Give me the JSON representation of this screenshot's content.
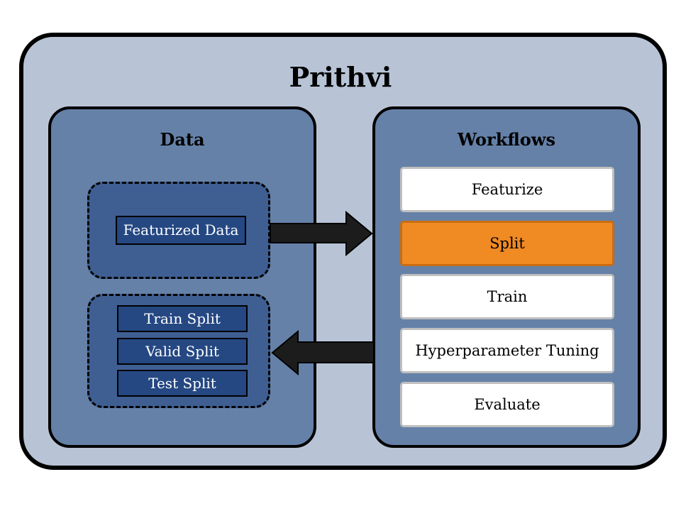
{
  "title": "Prithvi",
  "data_panel": {
    "title": "Data",
    "featurized_group": [
      "Featurized Data"
    ],
    "split_group": [
      "Train Split",
      "Valid Split",
      "Test Split"
    ]
  },
  "workflows_panel": {
    "title": "Workflows",
    "items": [
      {
        "label": "Featurize",
        "active": false
      },
      {
        "label": "Split",
        "active": true
      },
      {
        "label": "Train",
        "active": false
      },
      {
        "label": "Hyperparameter Tuning",
        "active": false
      },
      {
        "label": "Evaluate",
        "active": false
      }
    ]
  },
  "colors": {
    "outer_background": "#b8c4d6",
    "panel_background": "#6581a8",
    "group_background": "#3f5f92",
    "chip_background": "#254883",
    "active_step": "#f08a23",
    "arrow": "#1c1c1c"
  }
}
